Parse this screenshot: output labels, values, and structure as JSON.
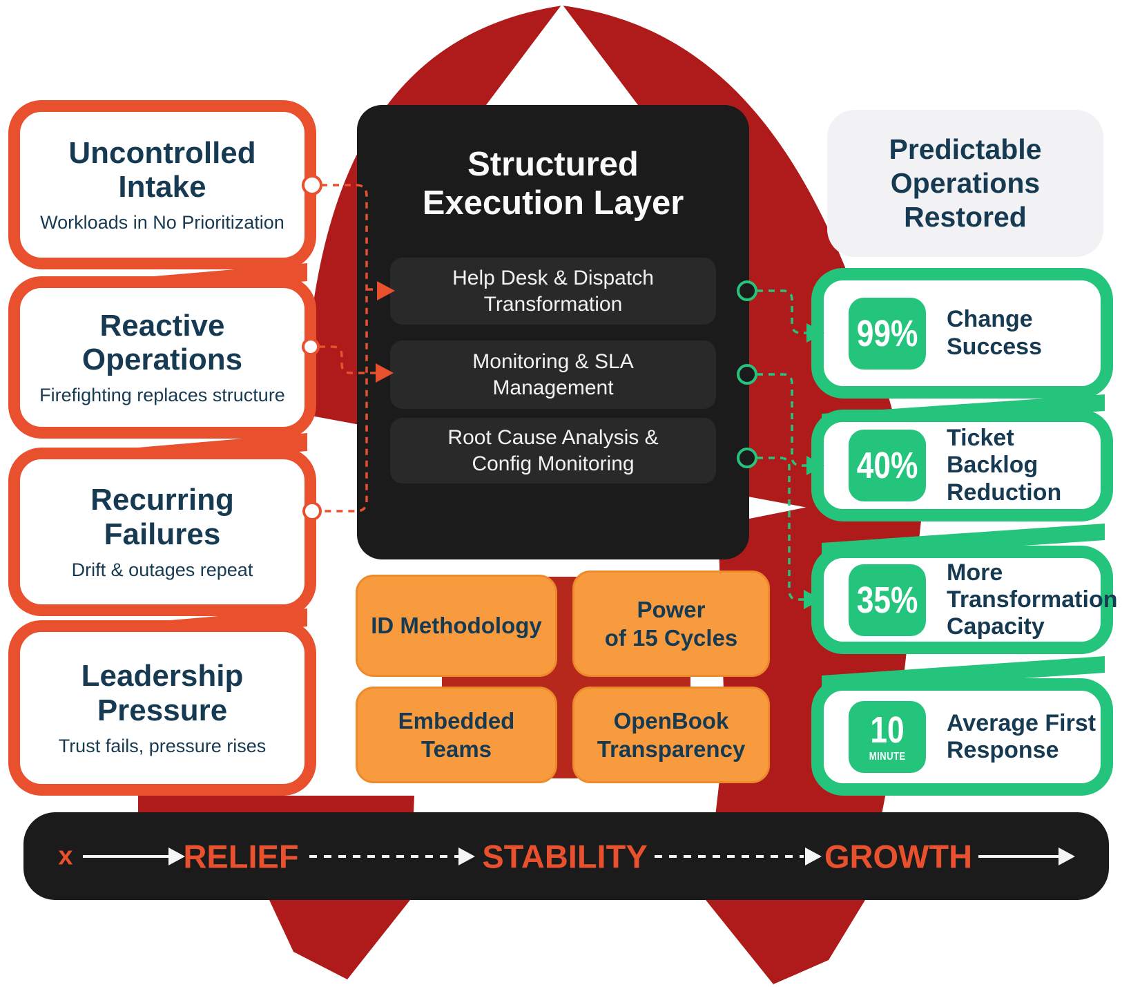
{
  "colors": {
    "accent_orange": "#E8502E",
    "ribbon_red": "#AF1B1B",
    "navy": "#173A53",
    "green": "#25C47D",
    "dark_panel": "#1B1B1B",
    "pillar_orange": "#F89B3E",
    "header_gray": "#F2F2F4"
  },
  "problems": [
    {
      "title": "Uncontrolled\nIntake",
      "subtitle": "Workloads in No Prioritization"
    },
    {
      "title": "Reactive\nOperations",
      "subtitle": "Firefighting replaces structure"
    },
    {
      "title": "Recurring\nFailures",
      "subtitle": "Drift & outages repeat"
    },
    {
      "title": "Leadership\nPressure",
      "subtitle": "Trust fails, pressure rises"
    }
  ],
  "execution_layer": {
    "title": "Structured\nExecution Layer",
    "services": [
      "Help Desk & Dispatch\nTransformation",
      "Monitoring & SLA\nManagement",
      "Root Cause Analysis &\nConfig Monitoring"
    ]
  },
  "pillars": [
    "ID Methodology",
    "Power\nof 15 Cycles",
    "Embedded\nTeams",
    "OpenBook\nTransparency"
  ],
  "outcomes": {
    "header": "Predictable\nOperations\nRestored",
    "stats": [
      {
        "value": "99%",
        "unit": "",
        "label": "Change\nSuccess"
      },
      {
        "value": "40%",
        "unit": "",
        "label": "Ticket Backlog\nReduction"
      },
      {
        "value": "35%",
        "unit": "",
        "label": "More\nTransformation\nCapacity"
      },
      {
        "value": "10",
        "unit": "MINUTE",
        "label": "Average First\nResponse"
      }
    ]
  },
  "timeline": {
    "origin": "x",
    "stages": [
      "RELIEF",
      "STABILITY",
      "GROWTH"
    ]
  }
}
